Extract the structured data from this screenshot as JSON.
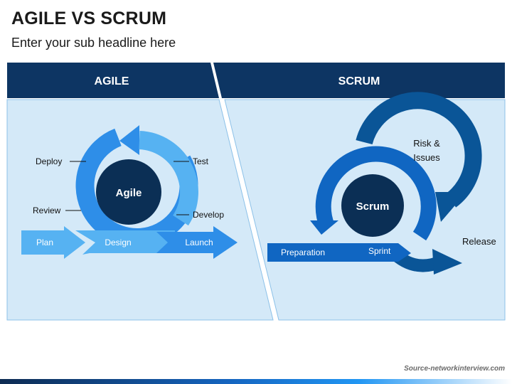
{
  "title": "AGILE VS SCRUM",
  "subtitle": "Enter your sub headline here",
  "footer": "Source-networkinterview.com",
  "colors": {
    "header_navy": "#0d3563",
    "panel_fill": "#d4e9f8",
    "center_circle": "#0b2f55",
    "agile_arrow": "#2e8ee8",
    "agile_light": "#56b2f2",
    "scrum_blue": "#1066c2",
    "scrum_dark": "#0a5597"
  },
  "agile": {
    "header": "AGILE",
    "center": "Agile",
    "labels": {
      "deploy": "Deploy",
      "test": "Test",
      "review": "Review",
      "develop": "Develop"
    },
    "arrows": {
      "plan": "Plan",
      "design": "Design",
      "launch": "Launch"
    }
  },
  "scrum": {
    "header": "SCRUM",
    "center": "Scrum",
    "risk_line1": "Risk &",
    "risk_line2": "Issues",
    "release": "Release",
    "preparation": "Preparation",
    "sprint": "Sprint"
  }
}
